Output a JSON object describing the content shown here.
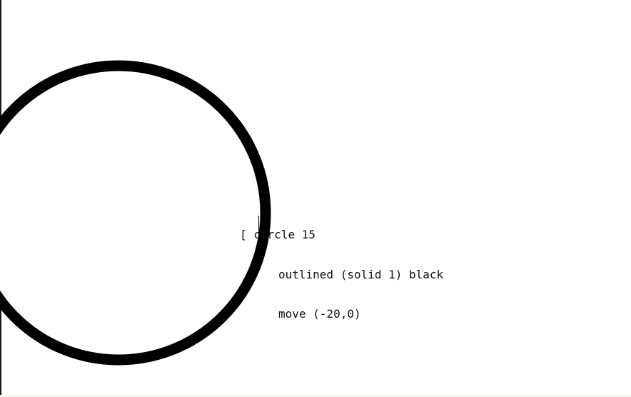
{
  "canvas": {
    "shape": "circle",
    "stroke_color": "#000000",
    "fill_color": "#ffffff",
    "background_color": "#ffffff"
  },
  "code": {
    "open_bracket": "[",
    "line_1": "circle 15",
    "line_2": "outlined (solid 1) black",
    "line_3": "move (-20,0)"
  }
}
